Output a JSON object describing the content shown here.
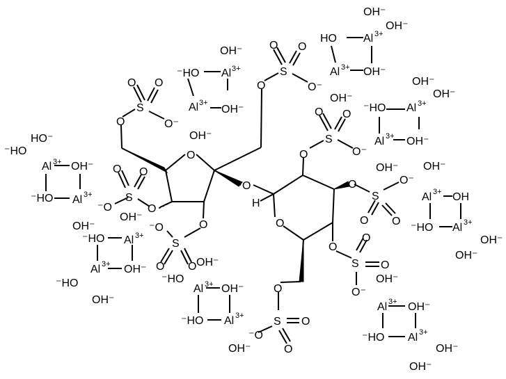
{
  "labels": {
    "oh_minus": "HO⁻",
    "minus_ho": "⁻HO",
    "ho": "HO",
    "oh": "OH",
    "oh_m": "OH⁻",
    "al": "Al",
    "al_charge": "3+",
    "o": "O",
    "o_minus": "O⁻",
    "minus_o": "⁻O",
    "s": "S",
    "h": "H"
  }
}
